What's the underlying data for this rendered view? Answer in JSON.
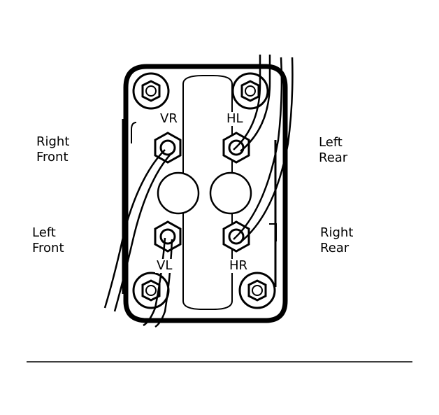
{
  "labels": {
    "right_front": [
      "Right",
      "Front"
    ],
    "left_front": [
      "Left",
      "Front"
    ],
    "left_rear": [
      "Left",
      "Rear"
    ],
    "right_rear": [
      "Right",
      "Rear"
    ]
  },
  "ports": {
    "vr": "VR",
    "hl": "HL",
    "vl": "VL",
    "hr": "HR"
  }
}
